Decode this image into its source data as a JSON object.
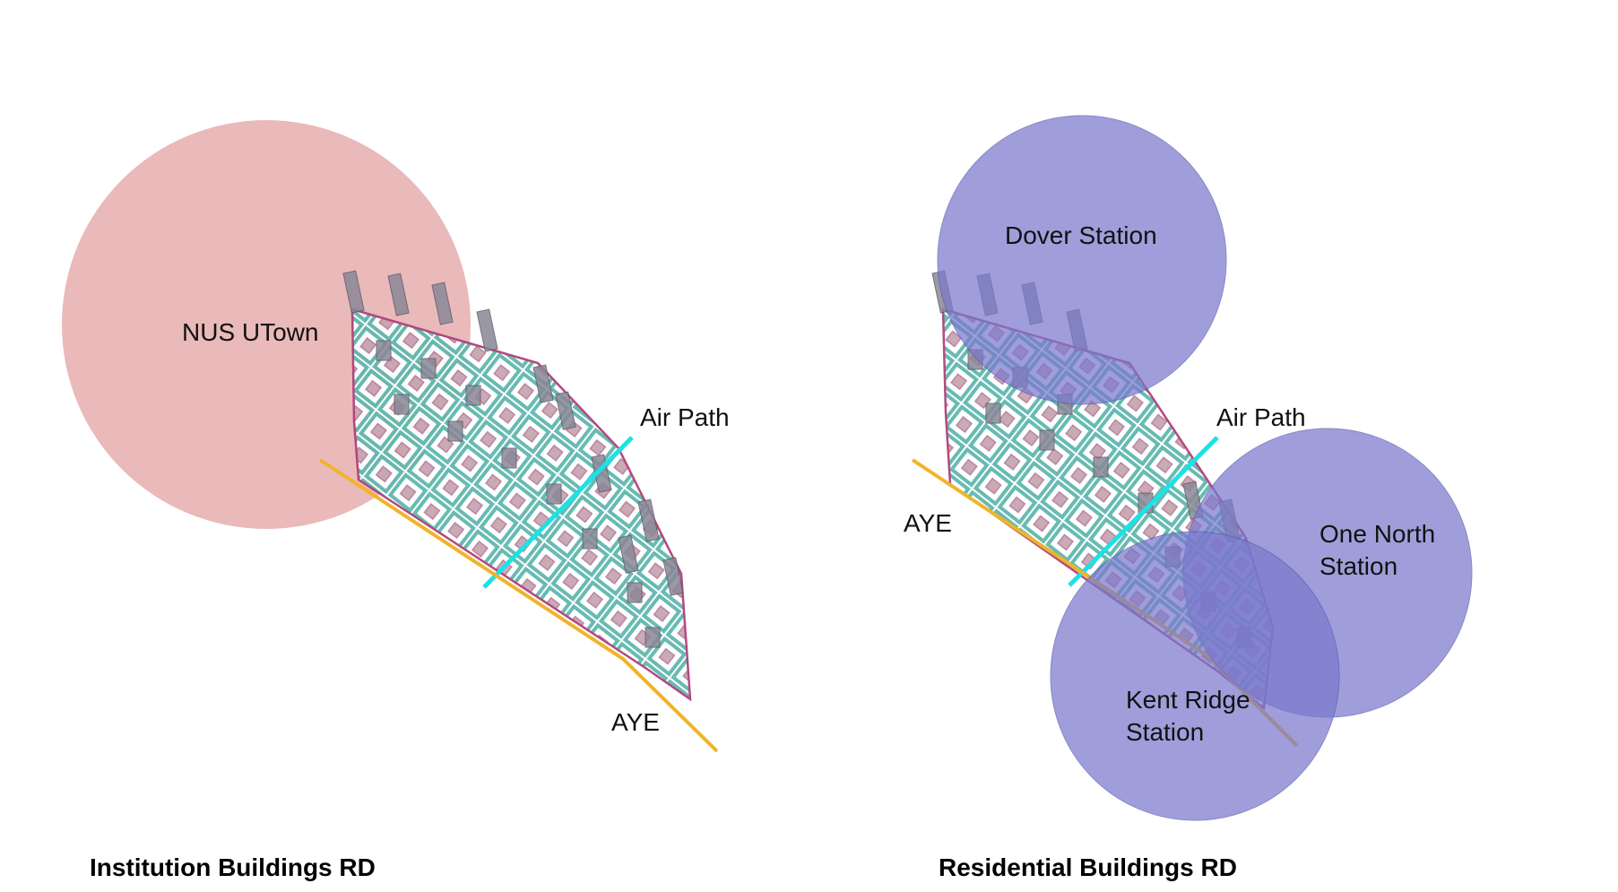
{
  "left_panel": {
    "caption": "Institution Buildings RD",
    "zone_label": "NUS UTown",
    "air_path_label": "Air Path",
    "road_label": "AYE"
  },
  "right_panel": {
    "caption": "Residential Buildings RD",
    "stations": [
      {
        "line1": "Dover Station",
        "line2": ""
      },
      {
        "line1": "One North",
        "line2": "Station"
      },
      {
        "line1": "Kent Ridge",
        "line2": "Station"
      }
    ],
    "air_path_label": "Air Path",
    "road_label": "AYE"
  },
  "colors": {
    "utown_circle": "#e5a9ab",
    "station_circle": "#7a79cc",
    "air_path": "#1de1e6",
    "road": "#f0b429",
    "site_outline": "#b0407a",
    "grid_pattern": "#5fb8ae",
    "building": "#8a8797"
  }
}
